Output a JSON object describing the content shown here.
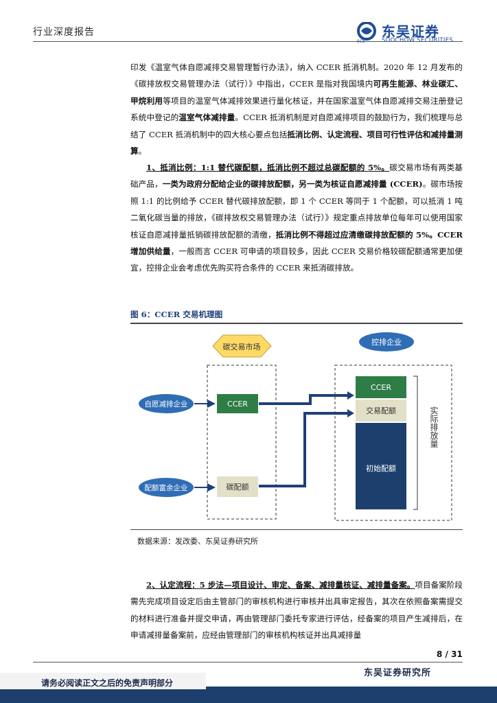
{
  "header": {
    "title": "行业深度报告",
    "logo_cn": "东吴证券",
    "logo_en": "SOOCHOW SECURITIES",
    "logo_scs": "SCS"
  },
  "p1": {
    "t1": "印发《温室气体自愿减排交易管理暂行办法》，纳入 CCER 抵消机制。2020 年 12 月发布的《碳排放权交易管理办法（试行）》中指出，CCER 是指对我国境内",
    "b1": "可再生能源、林业碳汇、甲烷利用",
    "t2": "等项目的温室气体减排效果进行量化核证，并在国家温室气体自愿减排交易注册登记系统中登记的",
    "b2": "温室气体减排量",
    "t3": "。CCER 抵消机制是对自愿减排项目的鼓励行为，我们梳理与总结了 CCER 抵消机制中的四大核心要点包括",
    "b3": "抵消比例、认定流程、项目可行性评估和减排量测算",
    "t4": "。"
  },
  "p2": {
    "b1": "1、抵消比例：1:1 替代碳配额，抵消比例不超过总碳配额的 5%。",
    "t1": "碳交易市场有两类基础产品，",
    "b2": "一类为政府分配给企业的碳排放配额，另一类为核证自愿减排量 (CCER)",
    "t2": "。碳市场按照 1:1 的比例给予 CCER 替代碳排放配额，即 1 个 CCER 等同于 1 个配额，可以抵消 1 吨二氧化碳当量的排放，《碳排放权交易管理办法（试行）》规定重点排放单位每年可以使用国家核证自愿减排量抵销碳排放配额的清缴，",
    "b3": "抵消比例不得超过应清缴碳排放配额的 5%。",
    "b4": "CCER 增加供给量",
    "t3": "，一般而言 CCER 可申请的项目较多，因此 CCER 交易价格较碳配额通常更加便宜，控排企业会考虑优先购买符合条件的 CCER 来抵消碳排放。"
  },
  "figure": {
    "title": "图 6：CCER 交易机理图",
    "market_label": "碳交易市场",
    "controlled_label": "控排企业",
    "voluntary_label": "自愿减排企业",
    "surplus_label": "配额富余企业",
    "ccer_label": "CCER",
    "quota_label": "碳配额",
    "stack_ccer": "CCER",
    "stack_traded": "交易配额",
    "stack_initial": "初始配额",
    "actual_label": "实际排放量",
    "source": "数据来源：发改委、东吴证券研究所"
  },
  "p3": {
    "b1": "2、认定流程：5 步法—项目设计、审定、备案、减排量核证、减排量备案。",
    "t1": "项目备案阶段需先完成项目设定后由主管部门的审核机构进行审核并出具审定报告，其次在依照备案需提交的材料进行准备并提交申请，再由管理部门委托专家进行评估，经备案的项目产生减排后，在申请减排量备案前，应经由管理部门的审核机构核证并出具减排量"
  },
  "footer": {
    "page": "8 / 31",
    "institute": "东吴证券研究所",
    "disclaimer": "请务必阅读正文之后的免责声明部分"
  },
  "colors": {
    "brand_blue": "#1d4b9a",
    "navy": "#1d3f6e",
    "box_blue": "#2f6db5",
    "box_green": "#2e7d46",
    "stack_tan": "#e3e0c8",
    "market_yellow": "#ffd966"
  }
}
